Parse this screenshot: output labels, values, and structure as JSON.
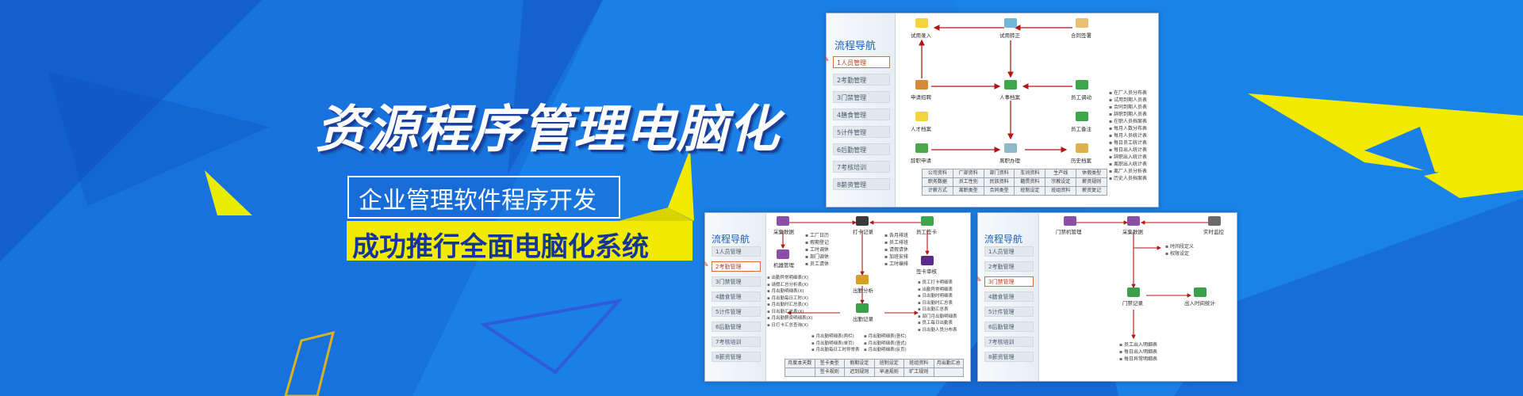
{
  "hero": {
    "title": "资源程序管理电脑化",
    "subtitle": "企业管理软件程序开发",
    "banner": "成功推行全面电脑化系统"
  },
  "colors": {
    "background": "#1a7fe6",
    "accent_yellow": "#f2ea00",
    "deep_blue": "#14359a"
  },
  "panel1": {
    "nav_title": "流程导航",
    "nav": [
      "1人员管理",
      "2考勤管理",
      "3门禁管理",
      "4膳食管理",
      "5计件管理",
      "6后勤管理",
      "7考核培训",
      "8薪资管理"
    ],
    "active": 0,
    "nodes": [
      "试用录入",
      "试用转正",
      "合同签署",
      "申请招聘",
      "人事档案",
      "员工调动",
      "人才档案",
      "员工备注",
      "辞职申请",
      "离职办理",
      "历史档案"
    ],
    "reports": [
      "在厂人员分布表",
      "试用到期人员表",
      "合同到期人员表",
      "辞职到期人员表",
      "在职人员档案表",
      "每月人数分布表",
      "每月人员统计表",
      "每日员工统计表",
      "每日出入统计表",
      "辞职出入统计表",
      "离职出入统计表",
      "离厂人员分析表",
      "历史人员档案表"
    ],
    "grid": [
      "公司资料",
      "厂部资料",
      "部门资料",
      "车间资料",
      "生产线",
      "休假类型",
      "职务数据",
      "员工性别",
      "民族资料",
      "籍贯资料",
      "宗教设定",
      "薪资规则",
      "计薪方式",
      "离职类型",
      "合同类型",
      "班制设定",
      "班组资料",
      "薪资复记"
    ]
  },
  "panel2": {
    "nav_title": "流程导航",
    "nav": [
      "1人员管理",
      "2考勤管理",
      "3门禁管理",
      "4膳食管理",
      "5计件管理",
      "6后勤管理",
      "7考核培训",
      "8薪资管理"
    ],
    "active": 1,
    "nodes": [
      "采集数据",
      "打卡记录",
      "员工签卡",
      "机器管理",
      "签卡审核",
      "出勤分析",
      "出勤记录"
    ],
    "left_list": [
      "工厂日历",
      "假期登记",
      "工时调休",
      "部门调休",
      "员工请休"
    ],
    "right_list": [
      "各月排班",
      "员工排班",
      "请假请休",
      "加班安排",
      "工时编排"
    ],
    "reports_left": [
      "出勤异常明细表(X)",
      "请假汇总分析表(X)",
      "月出勤明细表(X)",
      "月出勤每日工时(X)",
      "月出勤时汇总表(X)",
      "日出勤汇总表(X)",
      "月出勤薪资明细表(X)",
      "日打卡汇总查询(X)"
    ],
    "reports_right": [
      "员工打卡明细表",
      "出勤异常明细表",
      "日出勤时明细表",
      "日出勤时汇总表",
      "日出勤汇总表",
      "部门月出勤明细表",
      "员工每日出勤表",
      "日出勤人员分布表"
    ],
    "reports_bottom": [
      "月出勤明细表(两栏)",
      "月出勤明细表(竖栏)",
      "月出勤明细表(单页)",
      "月出勤明细表(竖式)",
      "月出勤每日工时异常表",
      "月出勤明细表(反页)"
    ],
    "grid": [
      "月度本天数",
      "签卡类型",
      "假期设定",
      "班制设定",
      "班组资料",
      "月出勤汇总",
      "",
      "签卡规则",
      "迟到规则",
      "早退规则",
      "旷工规则",
      ""
    ]
  },
  "panel3": {
    "nav_title": "流程导航",
    "nav": [
      "1人员管理",
      "2考勤管理",
      "3门禁管理",
      "4膳食管理",
      "5计件管理",
      "6后勤管理",
      "7考核培训",
      "8薪资管理"
    ],
    "active": 2,
    "nodes": [
      "门禁机管理",
      "采集数据",
      "实时监控",
      "门禁记录",
      "出入时间统计"
    ],
    "side_list": [
      "时间段定义",
      "权限设定"
    ],
    "reports": [
      "员工出入明细表",
      "每日出入明细表",
      "每日异常明细表"
    ]
  }
}
